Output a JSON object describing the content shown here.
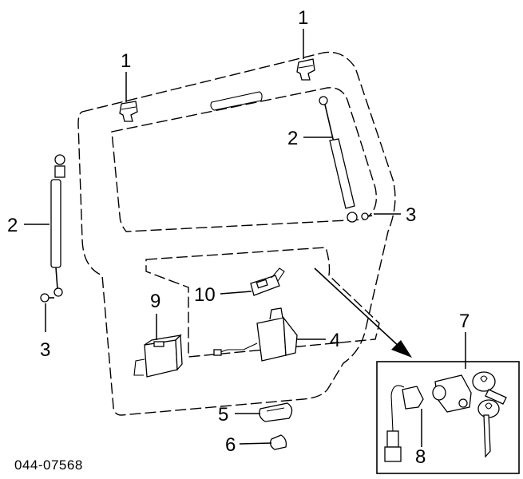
{
  "figure_code": "044-07568",
  "callouts": {
    "hinge_left": "1",
    "hinge_right": "1",
    "strut_left": "2",
    "strut_right": "2",
    "bolt_left": "3",
    "bolt_right": "3",
    "lock_actuator": "4",
    "handle": "5",
    "clip": "6",
    "lock_set": "7",
    "lock_cylinder": "8",
    "control_unit": "9",
    "switch": "10"
  }
}
